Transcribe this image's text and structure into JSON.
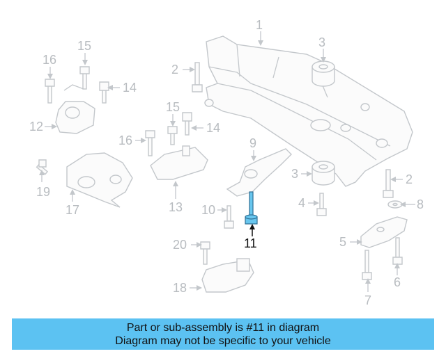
{
  "callouts": [
    "1",
    "2",
    "3",
    "16",
    "15",
    "14",
    "12",
    "15",
    "16",
    "14",
    "9",
    "3",
    "2",
    "19",
    "17",
    "13",
    "10",
    "4",
    "8",
    "11",
    "5",
    "20",
    "6",
    "18",
    "7"
  ],
  "highlight": {
    "part": "11",
    "color": "#68c6ee"
  },
  "banner": {
    "line1": "Part or sub-assembly is #11 in diagram",
    "line2": "Diagram may not be specific to your vehicle",
    "color": "#5cc2f2"
  }
}
